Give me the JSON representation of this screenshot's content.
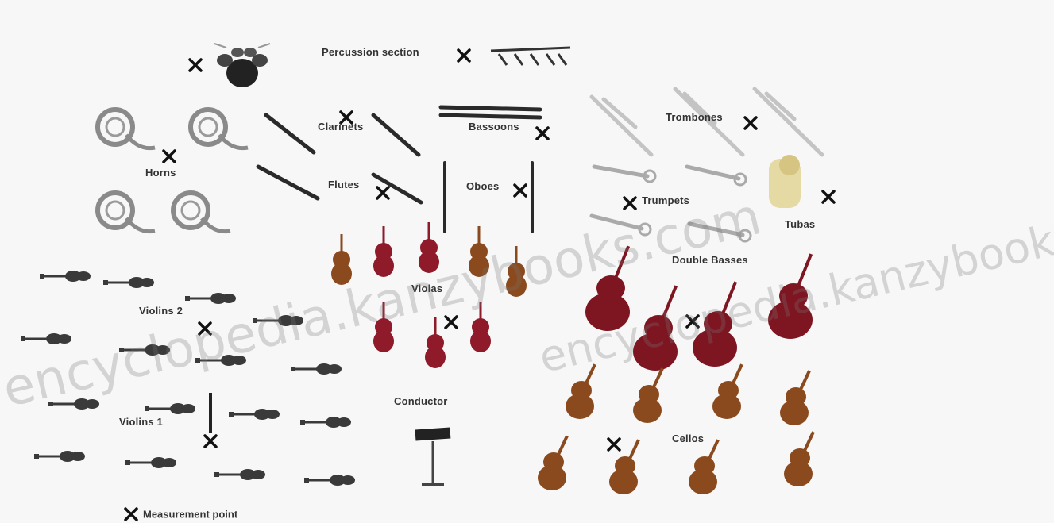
{
  "labels": {
    "percussion": "Percussion section",
    "horns": "Horns",
    "clarinets": "Clarinets",
    "bassoons": "Bassoons",
    "trombones": "Trombones",
    "flutes": "Flutes",
    "oboes": "Oboes",
    "trumpets": "Trumpets",
    "tubas": "Tubas",
    "violas": "Violas",
    "double_basses": "Double Basses",
    "violins2": "Violins 2",
    "violins1": "Violins 1",
    "conductor": "Conductor",
    "cellos": "Cellos"
  },
  "legend": {
    "label": "Measurement point"
  },
  "watermark": {
    "text": "encyclopedia.kanzybooks.com"
  },
  "colors": {
    "violin_dark": "#3a3a3a",
    "viola_red": "#8e1a2a",
    "cello_brown": "#8a4a1e",
    "bass_red": "#7e1622",
    "brass_light": "#c4c4c4",
    "marker": "#111111"
  }
}
